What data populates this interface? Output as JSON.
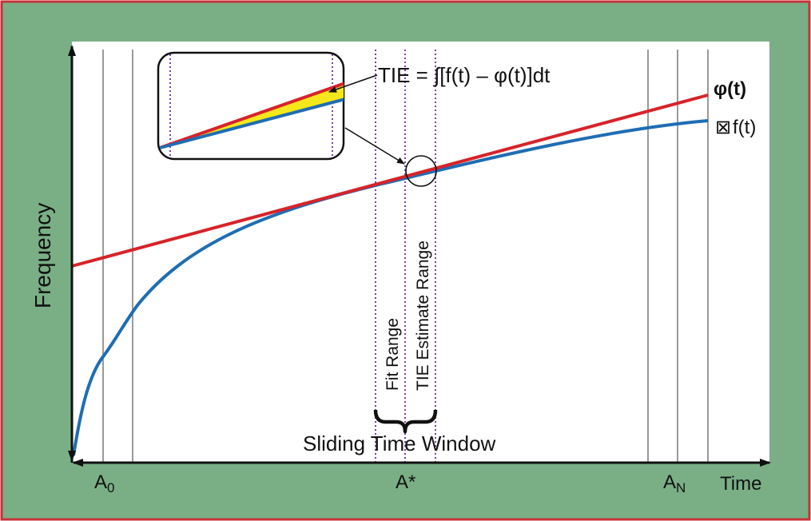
{
  "axes": {
    "ylabel": "Frequency",
    "xlabel": "Time"
  },
  "markers": {
    "a0": "A",
    "a0_sub": "0",
    "a_star": "A*",
    "an": "A",
    "an_sub": "N"
  },
  "curves": {
    "phi_label": "φ(t)",
    "f_label": "f(t)",
    "f_glyph": "⊠"
  },
  "formula": {
    "text": "TIE = ∫[f(t) – φ(t)]dt"
  },
  "ranges": {
    "fit": "Fit Range",
    "tie": "TIE Estimate Range",
    "window": "Sliding Time Window"
  },
  "colors": {
    "frame_border": "#c8323a",
    "frame_fill": "#7aaf86",
    "phi": "#d7232a",
    "f": "#1f6db3",
    "tie_fill": "#f4e81c",
    "dotted": "#7b3fa8",
    "gray_line": "#9a9a9a"
  }
}
